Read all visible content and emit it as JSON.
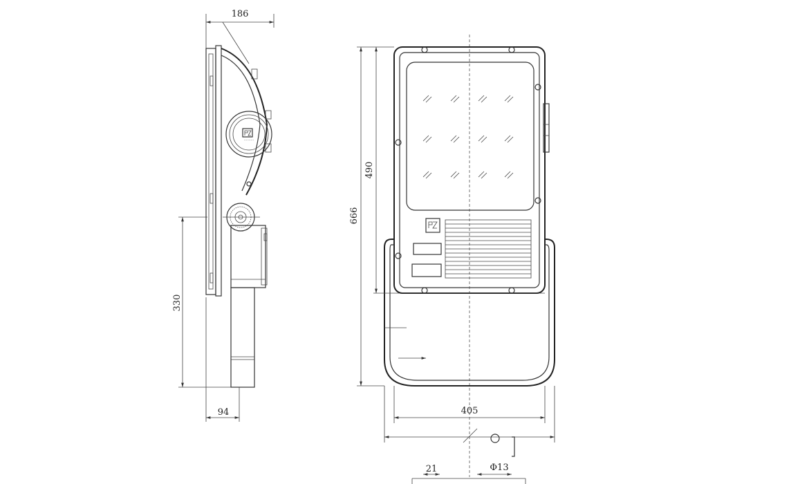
{
  "dimensions": {
    "side_top_width": "186",
    "side_bottom_width": "94",
    "side_height": "330",
    "front_total_height": "666",
    "front_glass_height": "490",
    "front_width": "405",
    "bolt_offset": "21",
    "bolt_diameter": "Φ13"
  },
  "colors": {
    "line": "#333333",
    "background": "#ffffff"
  },
  "icons": {
    "brand_logo": "pz-logo-icon"
  }
}
